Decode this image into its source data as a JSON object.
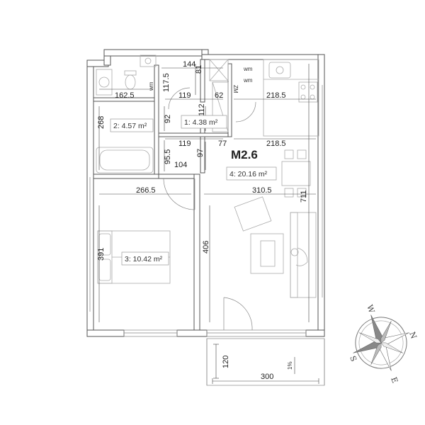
{
  "unit_label": "M2.6",
  "rooms": {
    "r1": "1: 4.38 m²",
    "r2": "2: 4.57 m²",
    "r3": "3: 10.42 m²",
    "r4": "4: 20.16 m²"
  },
  "dims": {
    "d144": "144",
    "d81": "81",
    "d117_5": "117.5",
    "d162_5": "162.5",
    "d119a": "119",
    "d62": "62",
    "d218_5a": "218.5",
    "d268": "268",
    "d92": "92",
    "d112": "112",
    "d119b": "119",
    "d77": "77",
    "d218_5b": "218.5",
    "d95_5": "95.5",
    "d97": "97",
    "d104": "104",
    "d266_5": "266.5",
    "d310_5": "310.5",
    "d711": "711",
    "d391": "391",
    "d406": "406",
    "d120": "120",
    "d300": "300",
    "d1pct": "1%"
  },
  "tags": {
    "wm1": "wm",
    "wm2": "wm",
    "wm3": "wm",
    "zm": "ZM"
  },
  "compass": {
    "n": "N",
    "e": "E",
    "s": "S",
    "w": "W"
  }
}
